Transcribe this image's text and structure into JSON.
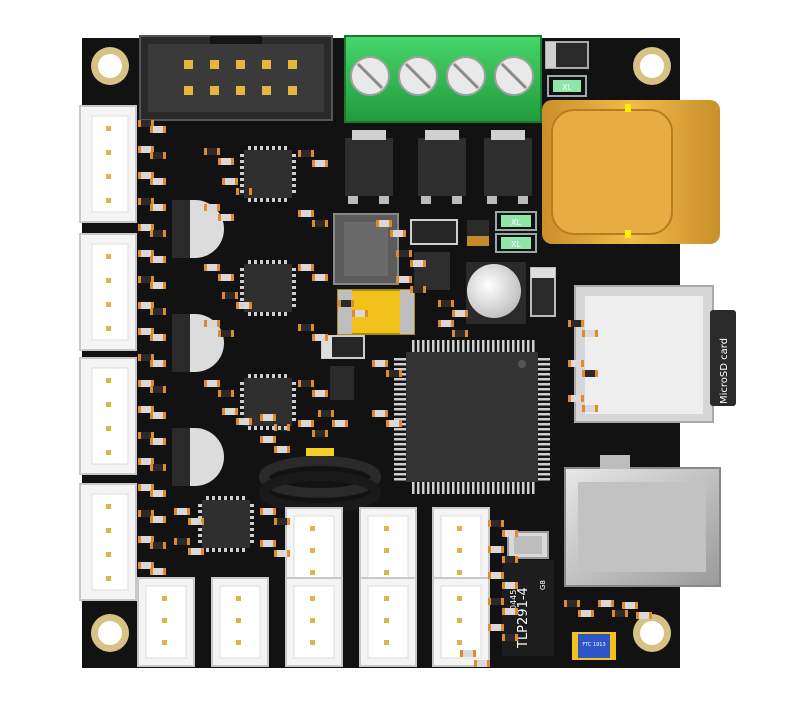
{
  "board": {
    "board_color": "#121212",
    "connector_color": "#2fbd4f",
    "usb_color": "#e0a83a",
    "labels": {
      "microsd": "MicroSD card",
      "opto_part": "TLP291-4",
      "opto_code": "0445",
      "opto_suffix": "G8",
      "crystal_1": "XL",
      "crystal_2": "XL",
      "crystal_3": "XL",
      "switch": "FTC 1913"
    }
  }
}
